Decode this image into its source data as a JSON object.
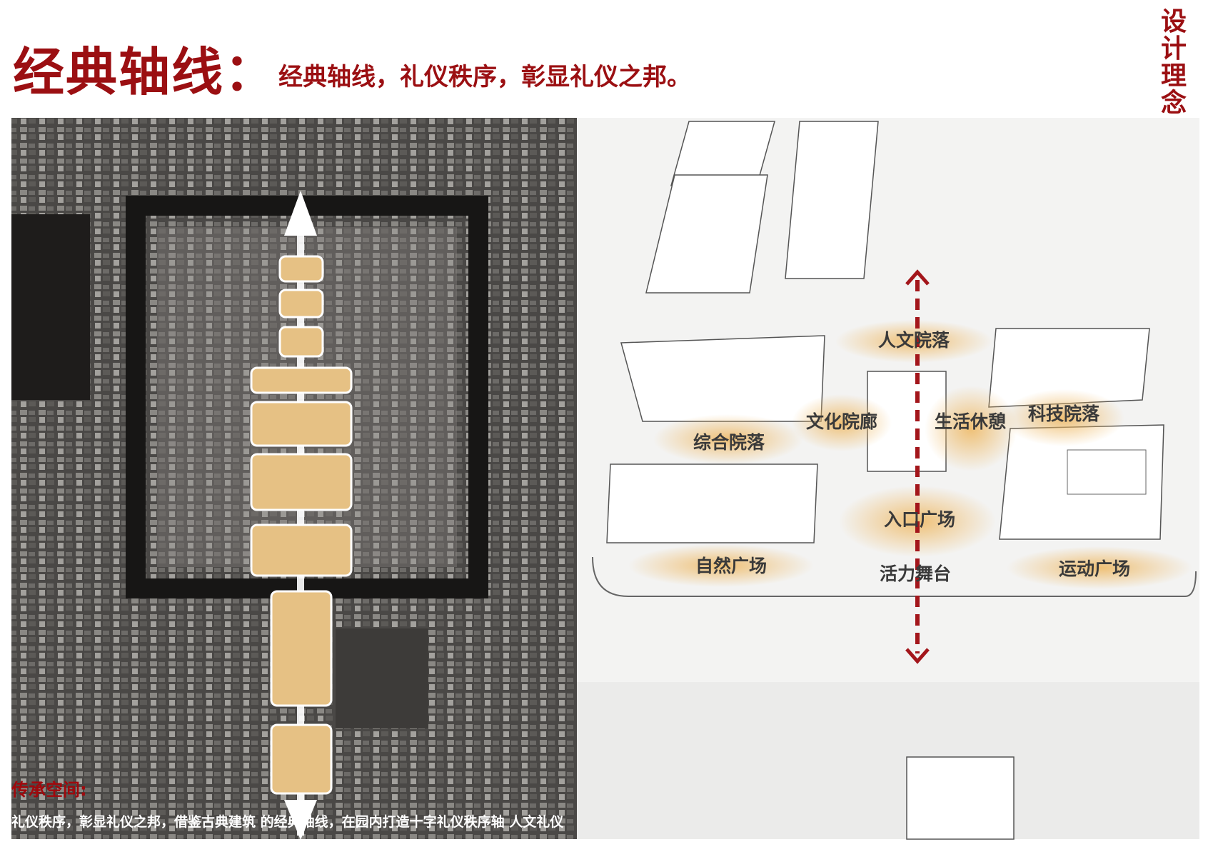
{
  "header": {
    "title": "经典轴线：",
    "subtitle": "经典轴线，礼仪秩序，彰显礼仪之邦。",
    "side_label": "设计理念"
  },
  "caption": {
    "heading": "传承空间:",
    "body": "礼仪秩序，彰显礼仪之邦，借鉴古典建筑  的经典轴线，在园内打造十字礼仪秩序轴      人文礼仪"
  },
  "plan": {
    "labels": [
      "人文院落",
      "文化院廊",
      "生活休憩",
      "科技院落",
      "综合院落",
      "入口广场",
      "自然广场",
      "活力舞台",
      "运动广场"
    ]
  },
  "colors": {
    "accent": "#9b0f12",
    "highlight": "#e8b45a",
    "axis": "#a3161b"
  }
}
